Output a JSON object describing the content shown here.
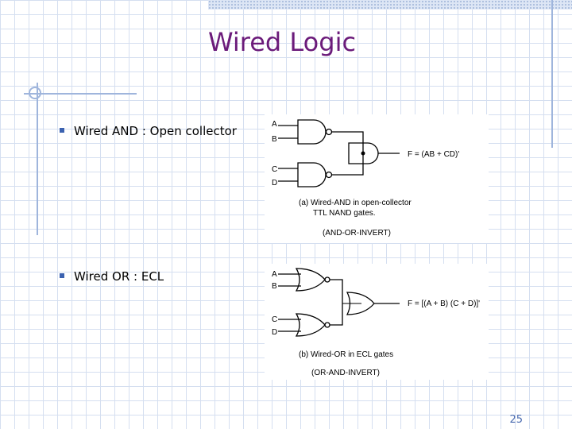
{
  "slide": {
    "title": "Wired Logic",
    "page_number": "25"
  },
  "bullets": [
    {
      "text": "Wired AND : Open collector"
    },
    {
      "text": "Wired OR : ECL"
    }
  ],
  "diagram_a": {
    "inputs": [
      "A",
      "B",
      "C",
      "D"
    ],
    "output": "F = (AB + CD)'",
    "caption_line1": "(a) Wired-AND in open-collector",
    "caption_line2": "TTL NAND gates.",
    "caption_line3": "(AND-OR-INVERT)"
  },
  "diagram_b": {
    "inputs": [
      "A",
      "B",
      "C",
      "D"
    ],
    "output": "F = [(A  + B) (C  + D)]'",
    "caption_line1": "(b) Wired-OR in ECL gates",
    "caption_line2": "(OR-AND-INVERT)"
  }
}
